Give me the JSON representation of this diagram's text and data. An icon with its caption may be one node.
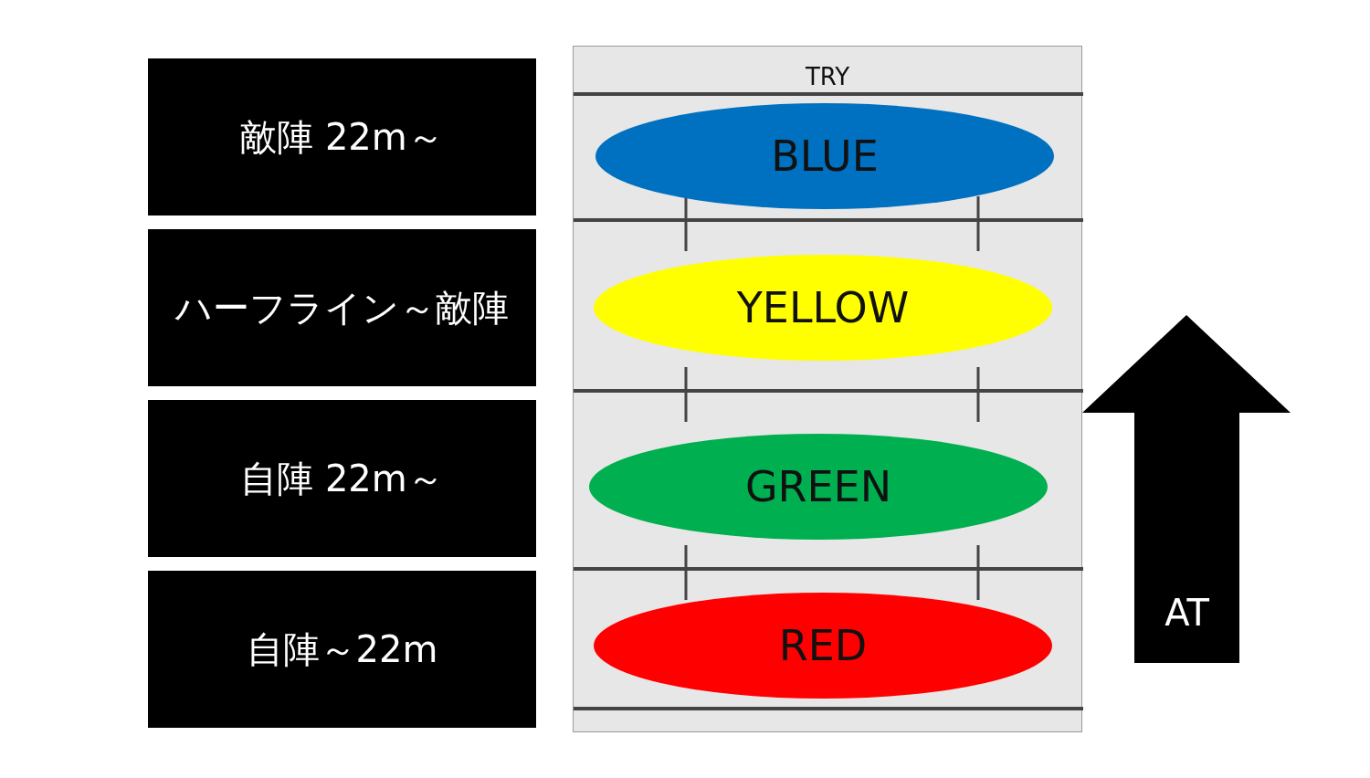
{
  "diagram": {
    "nodes": [
      {
        "text": [
          "敵陣 22m～"
        ]
      },
      {
        "text": [
          "ハーフライン～敵陣"
        ]
      },
      {
        "text": [
          "自陣 22m～"
        ]
      },
      {
        "text": [
          "自陣～22m"
        ]
      },
      {
        "text": [
          "TRY"
        ]
      },
      {
        "text": [
          "BLUE"
        ],
        "in": 4
      },
      {
        "text": [
          "YELLOW"
        ],
        "in": 4
      },
      {
        "text": [
          "GREEN"
        ],
        "in": 4
      },
      {
        "text": [
          "RED"
        ],
        "in": 4
      },
      {
        "text": [
          "AT"
        ]
      }
    ],
    "edges": []
  }
}
